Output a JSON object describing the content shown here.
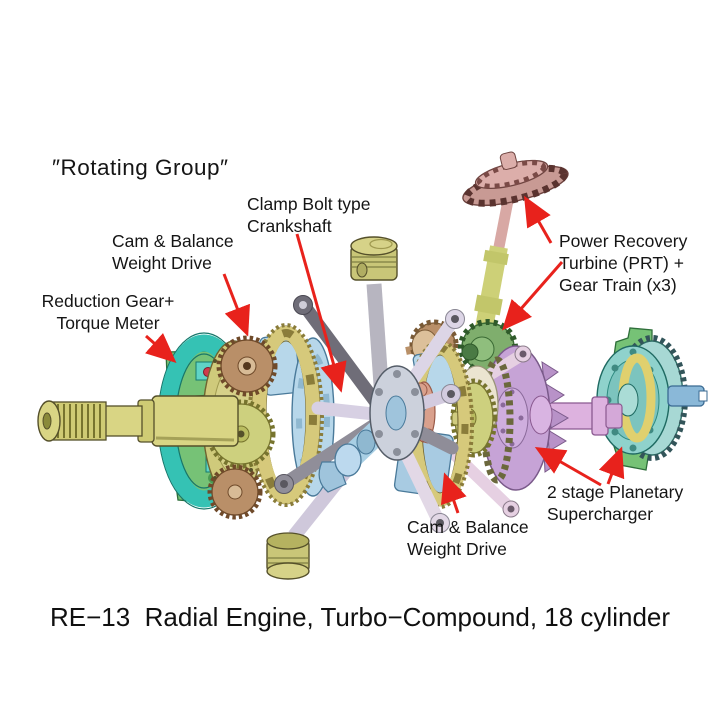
{
  "figure": {
    "title": "″Rotating Group″",
    "caption": "RE−13  Radial Engine, Turbo−Compound, 18 cylinder"
  },
  "labels": {
    "clamp_bolt_crankshaft": {
      "lines": [
        "Clamp Bolt type",
        "Crankshaft"
      ]
    },
    "cam_balance_top": {
      "lines": [
        "Cam & Balance",
        "Weight Drive"
      ]
    },
    "reduction_gear": {
      "lines": [
        "Reduction Gear+",
        "Torque Meter"
      ]
    },
    "power_recovery": {
      "lines": [
        "Power Recovery",
        "Turbine (PRT) +",
        "Gear Train (x3)"
      ]
    },
    "planetary_supercharger": {
      "lines": [
        "2 stage Planetary",
        "Supercharger"
      ]
    },
    "cam_balance_bottom": {
      "lines": [
        "Cam & Balance",
        "Weight Drive"
      ]
    }
  },
  "parts": [
    "Output shaft with spline",
    "Reduction gear + torque meter housing",
    "Cam & balance weight drive (front)",
    "Clamp bolt type crankshaft",
    "18-cylinder radial connecting-rod spider",
    "Piston (top)",
    "Piston (bottom)",
    "Cam & balance weight drive (rear)",
    "Supercharger impeller",
    "Supercharger input shaft",
    "2 stage planetary supercharger",
    "Power recovery turbine (PRT)",
    "PRT gear train"
  ],
  "colors": {
    "background": "#ffffff",
    "label_text": "#151515",
    "arrow_red": "#e8221c",
    "shaft_yellow": "#d9d584",
    "housing_teal": "#35c2b4",
    "bracket_green": "#76c276",
    "disc_yellow_green": "#cfca7b",
    "gear_brown": "#b98f68",
    "ring_yellow": "#d6c97b",
    "crank_blue": "#a9cfe4",
    "rod_lavender": "#d7d0e3",
    "impeller_plum": "#c6a3d6",
    "input_shaft_pink": "#ddb2df",
    "turbine_rose": "#d8a8a4",
    "planetary_teal": "#8fd2cc",
    "stub_blue": "#8ab8d8",
    "gear_olive": "#9c9a55",
    "disc_cream": "#ebe4d0",
    "gear_green": "#7fae6d",
    "bolt_red": "#cf3b4a"
  }
}
